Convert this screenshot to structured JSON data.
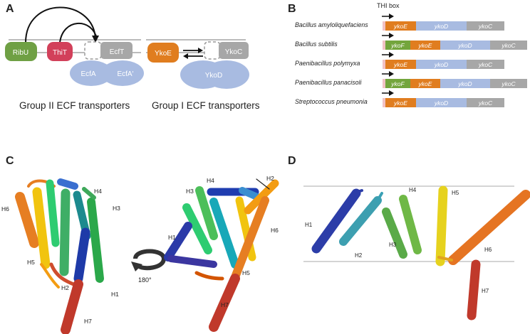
{
  "panels": {
    "a": "A",
    "b": "B",
    "c": "C",
    "d": "D"
  },
  "panel_a": {
    "group2": {
      "ribu": "RibU",
      "thit": "ThiT",
      "ecft": "EcfT",
      "ecfa": "EcfA",
      "ecfa2": "EcfA'",
      "caption": "Group II ECF transporters"
    },
    "group1": {
      "ykoe": "YkoE",
      "ykoc": "YkoC",
      "ykod": "YkoD",
      "caption": "Group I ECF transporters"
    }
  },
  "panel_b": {
    "thi_label": "THI box",
    "rows": [
      {
        "species": "Bacillus amyloliquefaciens",
        "genes": [
          "ykoE",
          "ykoD",
          "ykoC"
        ]
      },
      {
        "species": "Bacillus subtilis",
        "genes": [
          "ykoF",
          "ykoE",
          "ykoD",
          "ykoC"
        ]
      },
      {
        "species": "Paenibacillus polymyxa",
        "genes": [
          "ykoE",
          "ykoD",
          "ykoC"
        ]
      },
      {
        "species": "Paenibacillus panacisoli",
        "genes": [
          "ykoF",
          "ykoE",
          "ykoD",
          "ykoC"
        ]
      },
      {
        "species": "Streptococcus pneumonia",
        "genes": [
          "ykoE",
          "ykoD",
          "ykoC"
        ]
      }
    ]
  },
  "panel_c": {
    "left": {
      "h1": "H1",
      "h2": "H2",
      "h3": "H3",
      "h4": "H4",
      "h5": "H5",
      "h6": "H6",
      "h7": "H7"
    },
    "rotation": "180°",
    "right": {
      "h1": "H1",
      "h2": "H2",
      "h3": "H3",
      "h4": "H4",
      "h5": "H5",
      "h6": "H6",
      "h7": "H7"
    }
  },
  "panel_d": {
    "h1": "H1",
    "h2": "H2",
    "h3": "H3",
    "h4": "H4",
    "h5": "H5",
    "h6": "H6",
    "h7": "H7"
  },
  "colors": {
    "ribu": "#6fa044",
    "thit": "#d2405a",
    "ykoe": "#e07d1f",
    "ecf_gray": "#a7a7a7",
    "ecfa_blue": "#a8bbe1",
    "ykof": "#73a53c",
    "thi_box": "#f2c2c4"
  }
}
